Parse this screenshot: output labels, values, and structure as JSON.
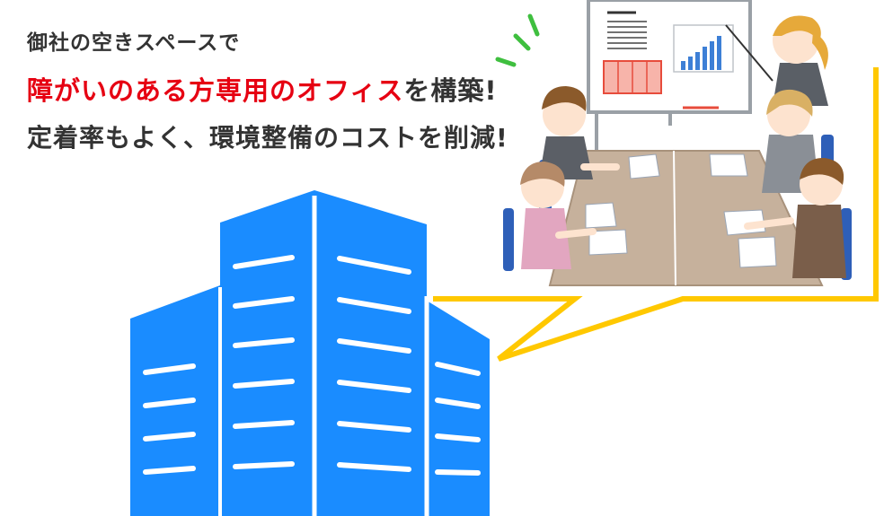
{
  "headline": {
    "line1": "御社の空きスペースで",
    "line2_highlight": "障がいのある方専用のオフィス",
    "line2_rest": "を構築!",
    "line3": "定着率もよく、環境整備のコストを削減!"
  },
  "colors": {
    "building_blue": "#1a8cff",
    "bubble_yellow": "#ffc800",
    "highlight_red": "#e60012",
    "table_tan": "#c6b19c"
  }
}
